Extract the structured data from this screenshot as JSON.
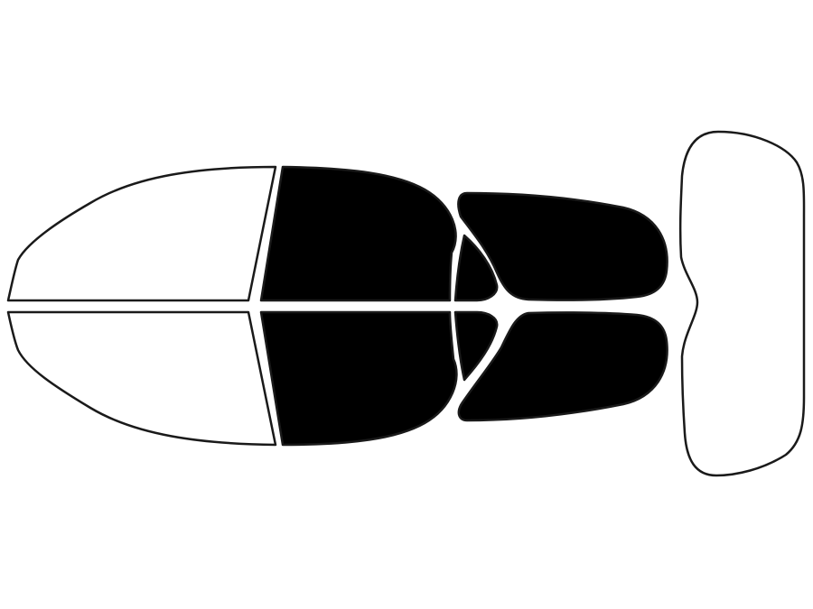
{
  "diagram": {
    "type": "window-tint-template",
    "colors": {
      "background": "#ffffff",
      "outline": "#1a1a1a",
      "tinted": "#000000",
      "untinted": "#ffffff"
    },
    "panes": [
      {
        "id": "windshield-upper",
        "tinted": false
      },
      {
        "id": "windshield-lower",
        "tinted": false
      },
      {
        "id": "front-door-left",
        "tinted": true
      },
      {
        "id": "front-door-right",
        "tinted": true
      },
      {
        "id": "vent-left",
        "tinted": true
      },
      {
        "id": "vent-right",
        "tinted": true
      },
      {
        "id": "rear-door-left",
        "tinted": true
      },
      {
        "id": "rear-door-right",
        "tinted": true
      },
      {
        "id": "rear-window",
        "tinted": false
      }
    ]
  }
}
